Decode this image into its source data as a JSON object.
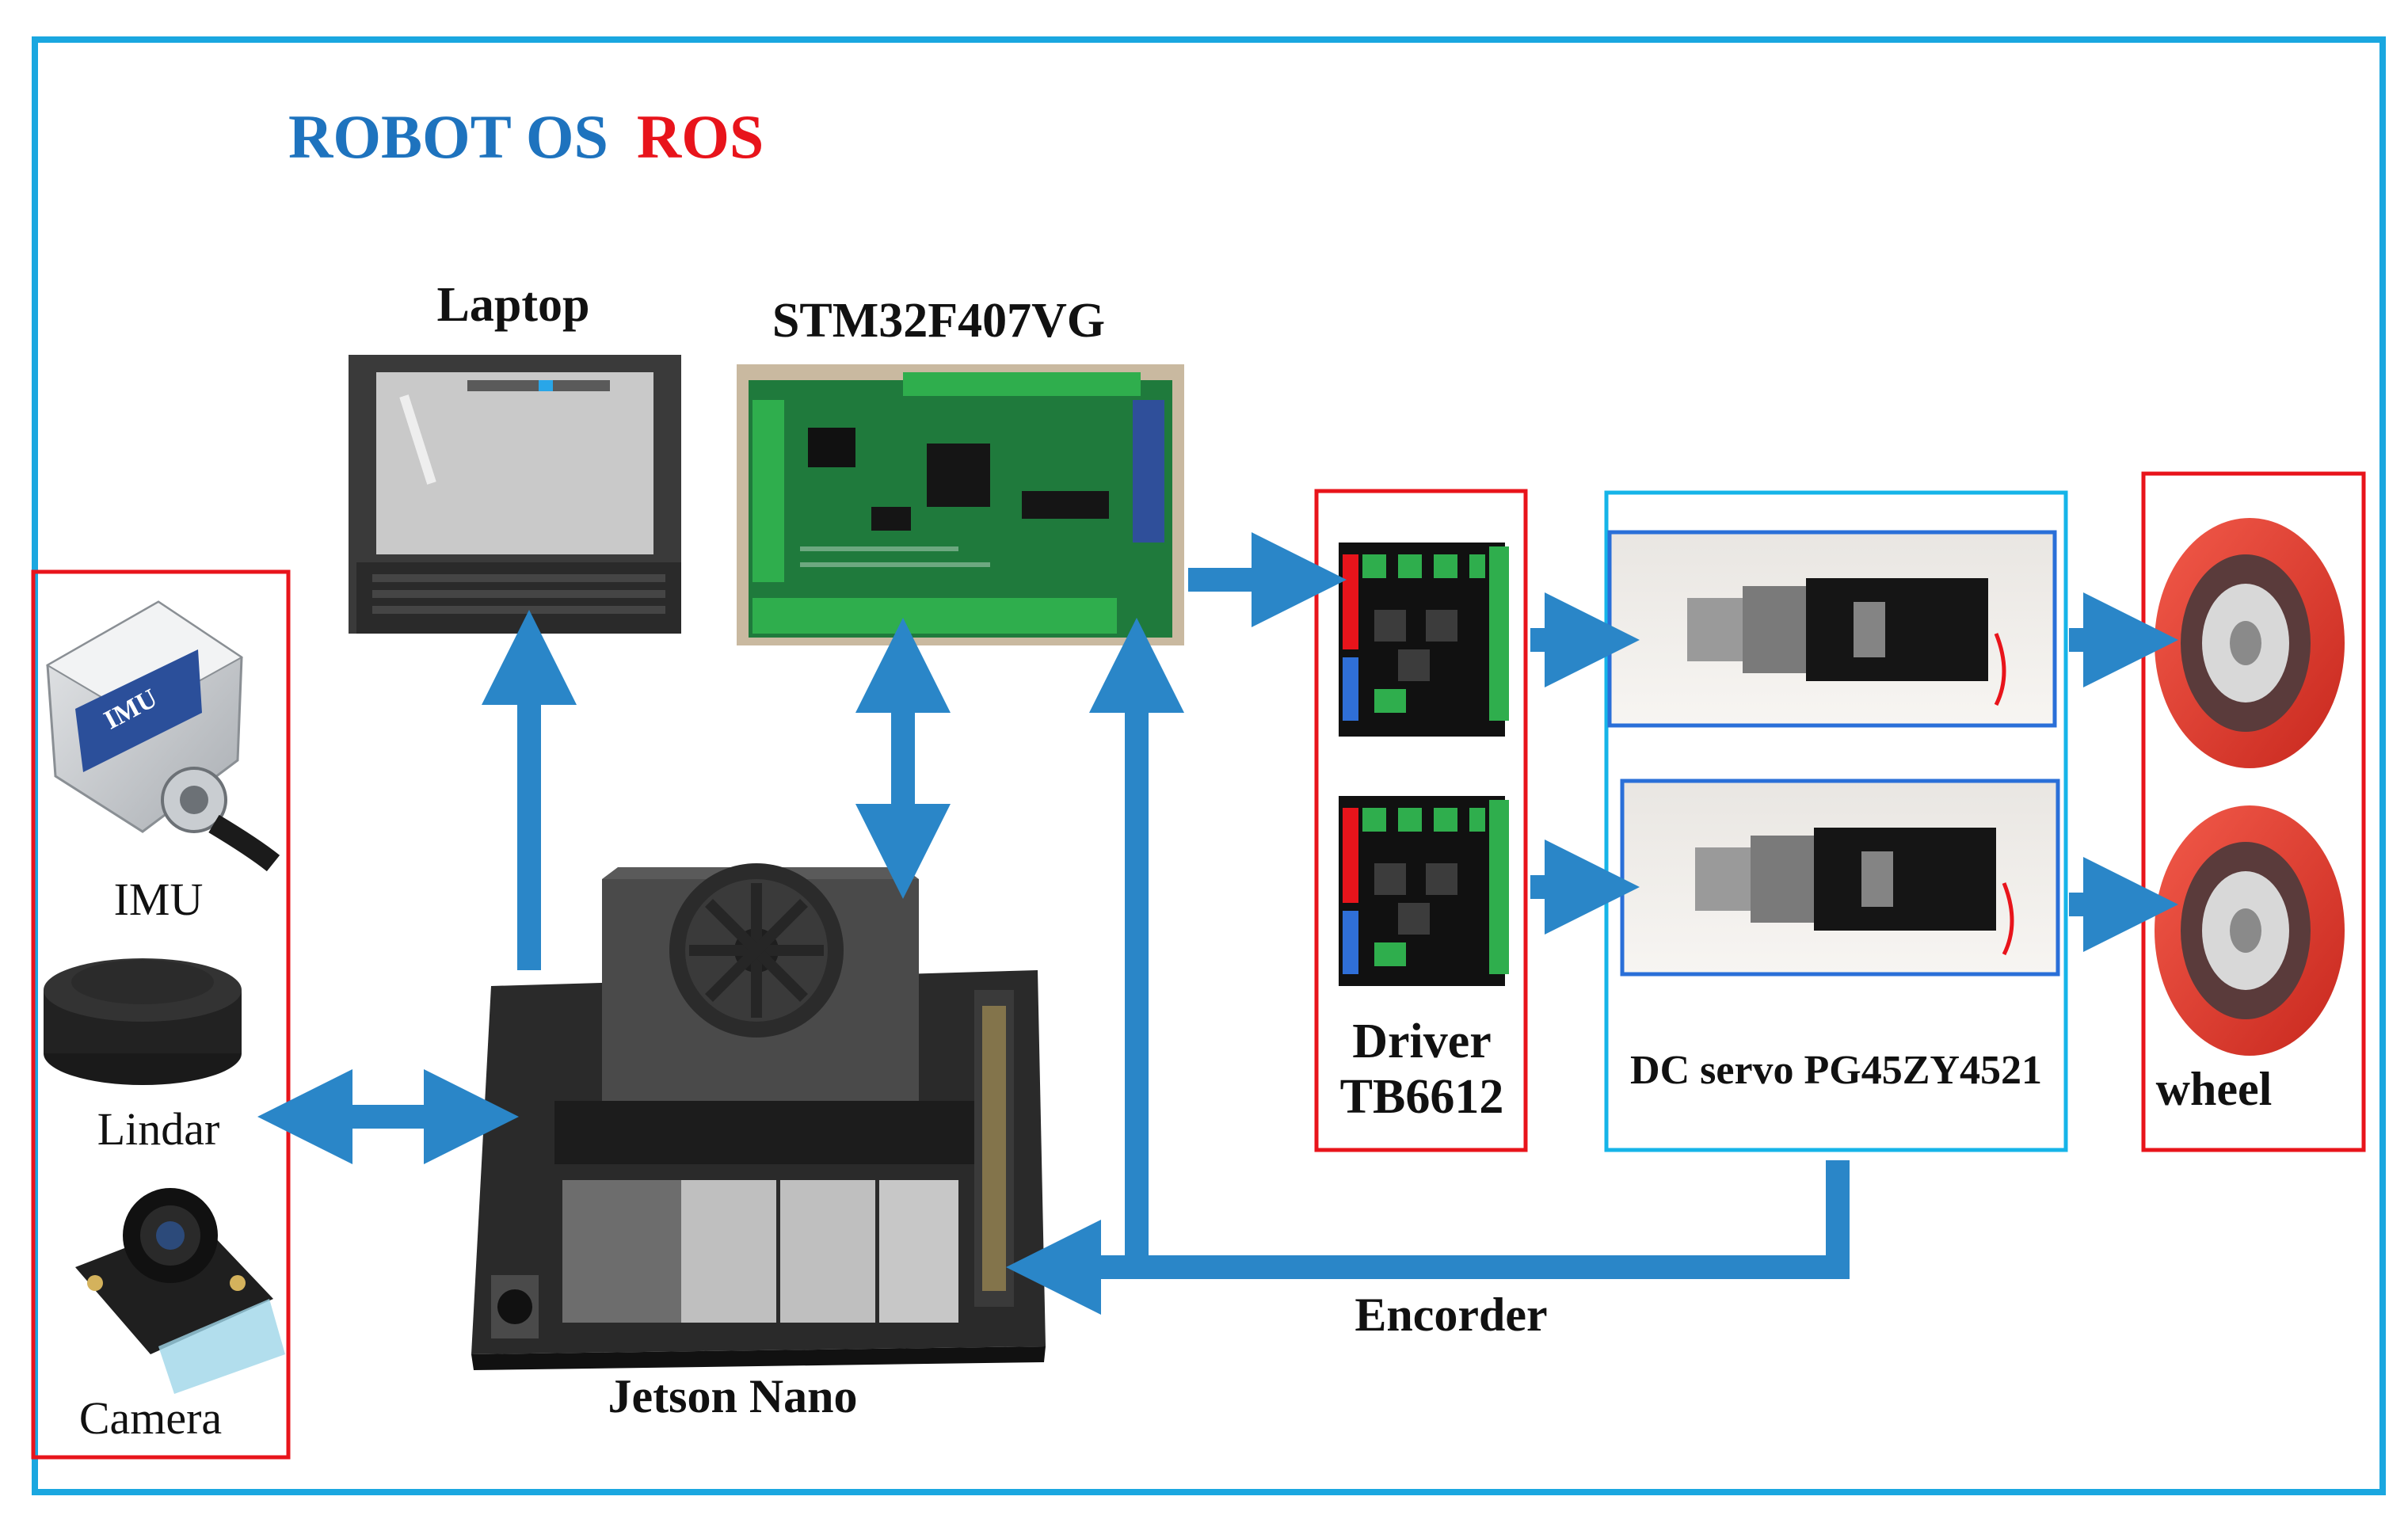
{
  "title": {
    "part1": "ROBOT OS",
    "part2": "ROS"
  },
  "labels": {
    "laptop": "Laptop",
    "mcu": "STM32F407VG",
    "imu": "IMU",
    "lidar": "Lindar",
    "camera": "Camera",
    "jetson": "Jetson Nano",
    "driver_line1": "Driver",
    "driver_line2": "TB6612",
    "servo": "DC servo PG45ZY4521",
    "wheel": "wheel",
    "encoder": "Encorder",
    "imu_chip": "IMU"
  },
  "colors": {
    "frame": "#1aa7e0",
    "arrow": "#2a86c8",
    "red_box": "#e8141b",
    "cyan_box": "#16b4e8",
    "title_blue": "#1e73be",
    "title_red": "#e8141b"
  }
}
